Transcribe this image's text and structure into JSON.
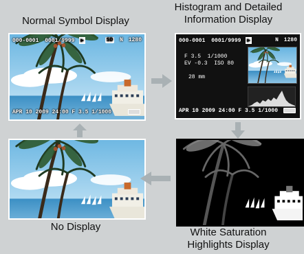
{
  "titles": {
    "normal": "Normal Symbol Display",
    "histogram": "Histogram and Detailed\nInformation Display",
    "none": "No Display",
    "white": "White Saturation\nHighlights Display"
  },
  "normal_panel": {
    "file_no": "000-0001",
    "frame": "0001/9999",
    "play_icon": "play-icon",
    "sd_badge": "SD",
    "quality": "N",
    "size": "1280",
    "footer": "APR 10 2009 24:00 F 3.5 1/1000"
  },
  "histogram_panel": {
    "file_no": "000-0001",
    "frame": "0001/9999",
    "quality": "N",
    "size": "1280",
    "aperture_shutter": "F 3.5  1/1000",
    "ev_iso": "EV -0.3  ISO 80",
    "focal": "28 mm",
    "footer": "APR 10 2009 24:00 F 3.5 1/1000"
  },
  "colors": {
    "sky_top": "#5fb0df",
    "sky_bottom": "#cfe8f7",
    "sea": "#2f7fb5",
    "arrow": "#a9b1b4",
    "background": "#cfd2d3"
  }
}
